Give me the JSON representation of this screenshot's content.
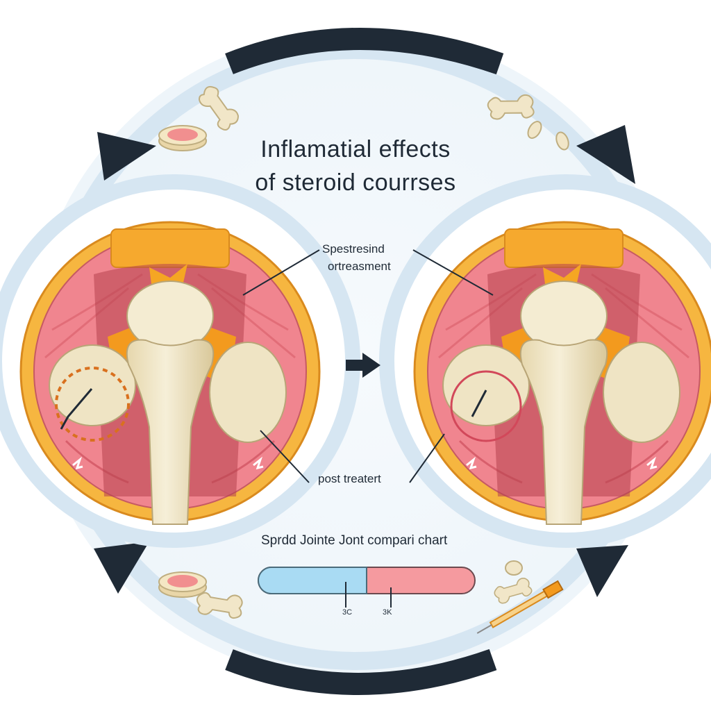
{
  "title": {
    "line1": "Inflamatial effects",
    "line2": "of steroid courrses"
  },
  "labels": {
    "pre_line1": "Spestresind",
    "pre_line2": "ortreasment",
    "post": "post treatert"
  },
  "comparison_chart": {
    "caption": "Sprdd Jointe  Jont compari chart",
    "left_segment_color": "#a9dbf3",
    "right_segment_color": "#f59a9f",
    "tick_labels": [
      "3C",
      "3K"
    ]
  },
  "colors": {
    "ring": "#d8e8f3",
    "cycle_arrow": "#1f2a36",
    "flesh": "#f08d94",
    "fat": "#f4a82e",
    "bone": "#efe4c4"
  },
  "icons": [
    "cycle-arrow-icon",
    "bone-fragment-icon",
    "tissue-slice-icon",
    "syringe-icon",
    "right-arrow-icon"
  ]
}
